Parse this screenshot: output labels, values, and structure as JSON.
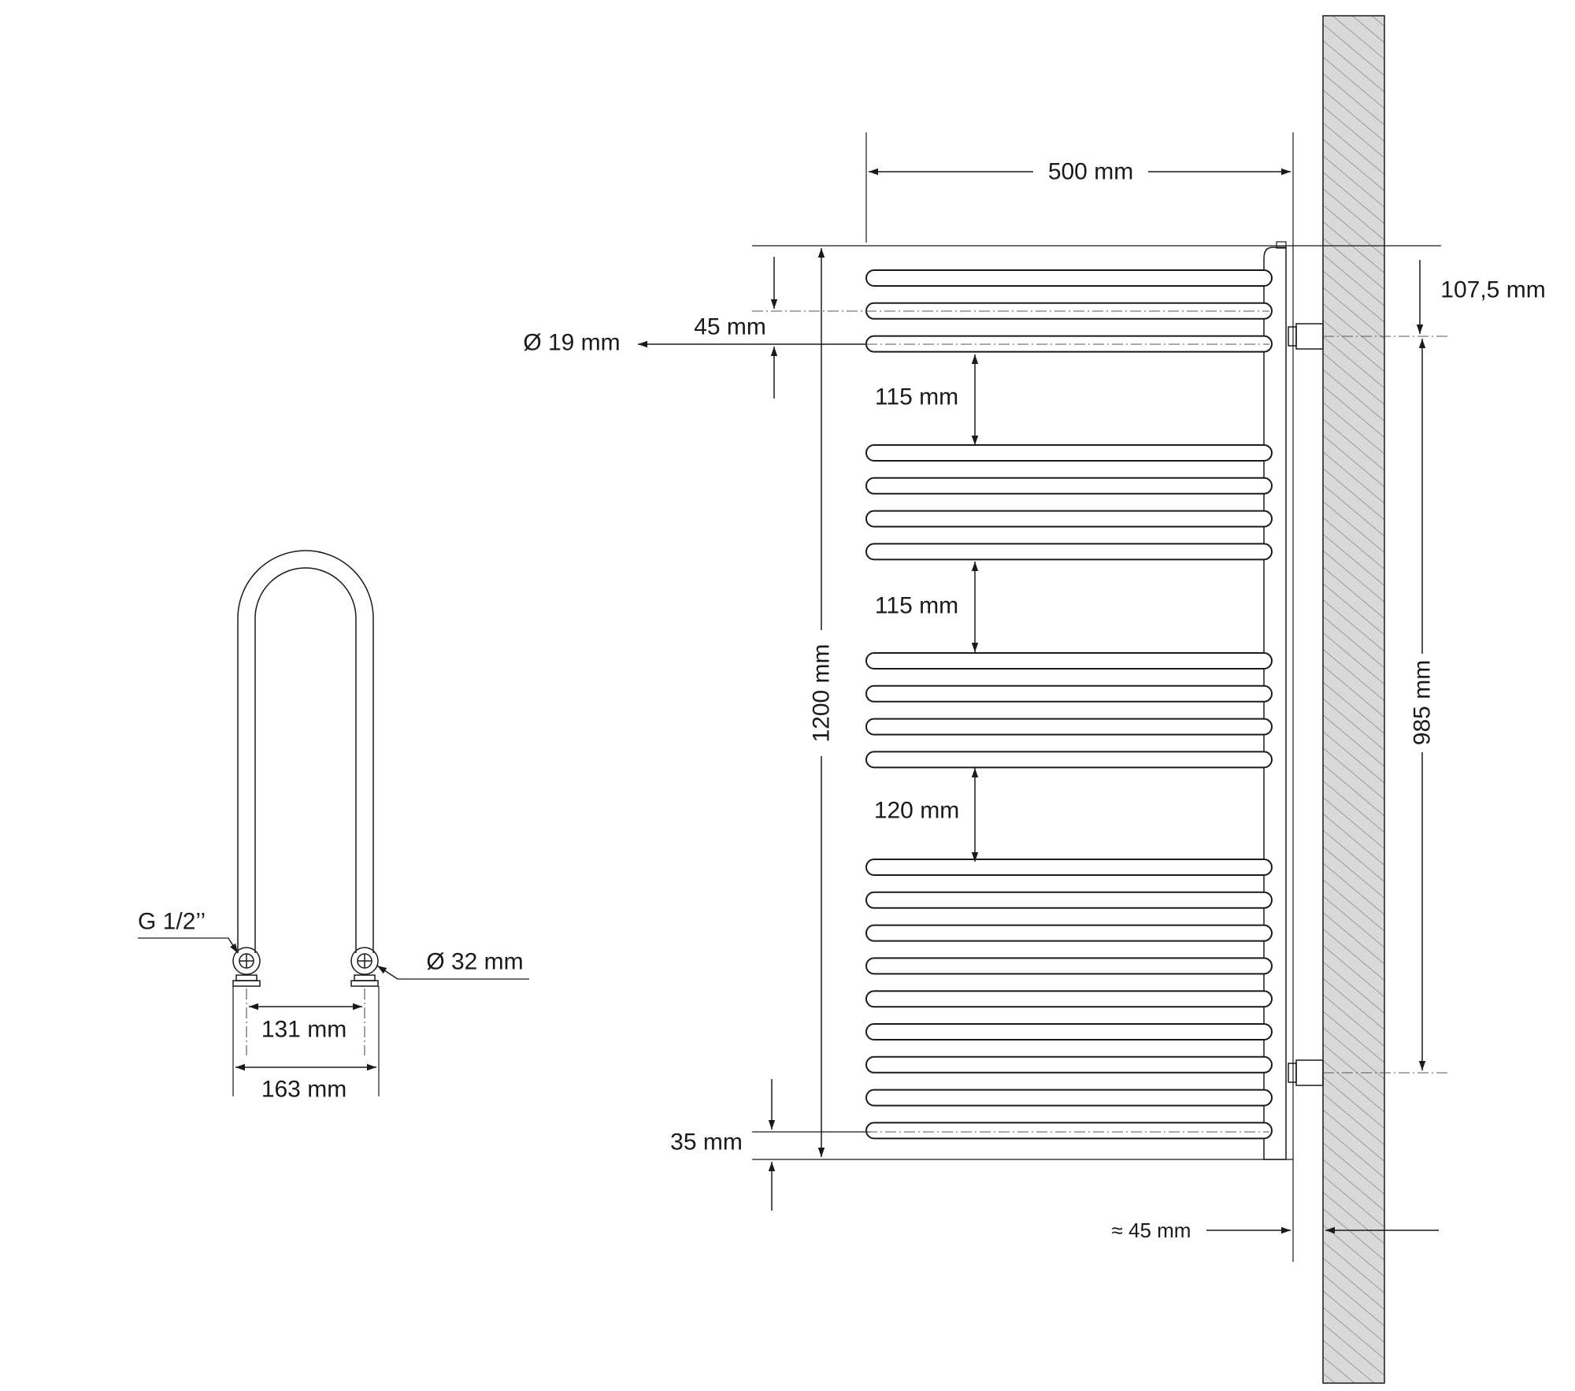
{
  "front_view": {
    "width": "500 mm",
    "height": "1200 mm",
    "top_offset": "45 mm",
    "tube_diameter": "Ø 19 mm",
    "gap_1": "115 mm",
    "gap_2": "115 mm",
    "gap_3": "120 mm",
    "bottom_offset": "35 mm",
    "connection_top": "107,5 mm",
    "connection_spacing": "985 mm",
    "wall_distance": "≈ 45 mm",
    "bar_groups": [
      3,
      4,
      4,
      9
    ]
  },
  "side_view": {
    "thread": "G 1/2’’",
    "pipe_diameter": "Ø 32 mm",
    "inner_spacing": "131 mm",
    "outer_width": "163 mm"
  },
  "colors": {
    "line": "#1a1a1a",
    "wall_fill": "#d9d9d9",
    "hatch": "#8a8a8a"
  }
}
